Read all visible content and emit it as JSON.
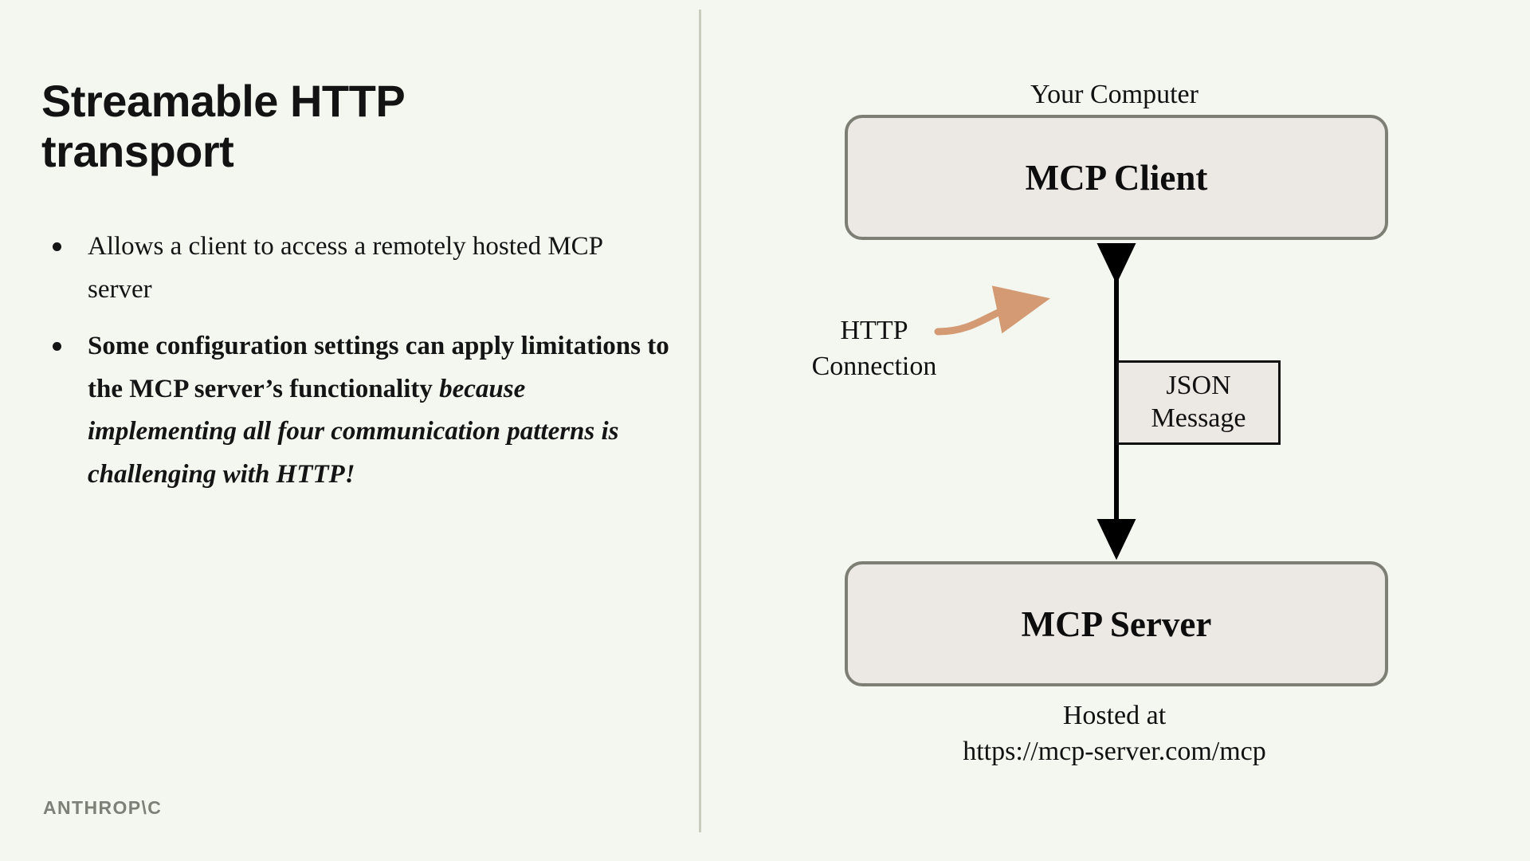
{
  "slide": {
    "title": "Streamable HTTP transport",
    "brand_wordmark": "ANTHROP\\C",
    "accent_color": "#d49a73",
    "background_color": "#f4f6f0",
    "box_fill_color": "#ece8e4",
    "box_border_color": "#7d7f75"
  },
  "bullets": [
    {
      "text": "Allows a client to access a remotely hosted MCP server",
      "bold": false
    },
    {
      "lead": "Some configuration settings can apply limitations to the MCP server’s functionality ",
      "italic": "because implementing all four communication patterns is challenging with HTTP!",
      "bold": true
    }
  ],
  "diagram": {
    "top_label": "Your Computer",
    "client_box": "MCP Client",
    "server_box": "MCP Server",
    "connection_label_line1": "HTTP",
    "connection_label_line2": "Connection",
    "message_box_line1": "JSON",
    "message_box_line2": "Message",
    "hosted_line1": "Hosted at",
    "hosted_line2": "https://mcp-server.com/mcp"
  }
}
